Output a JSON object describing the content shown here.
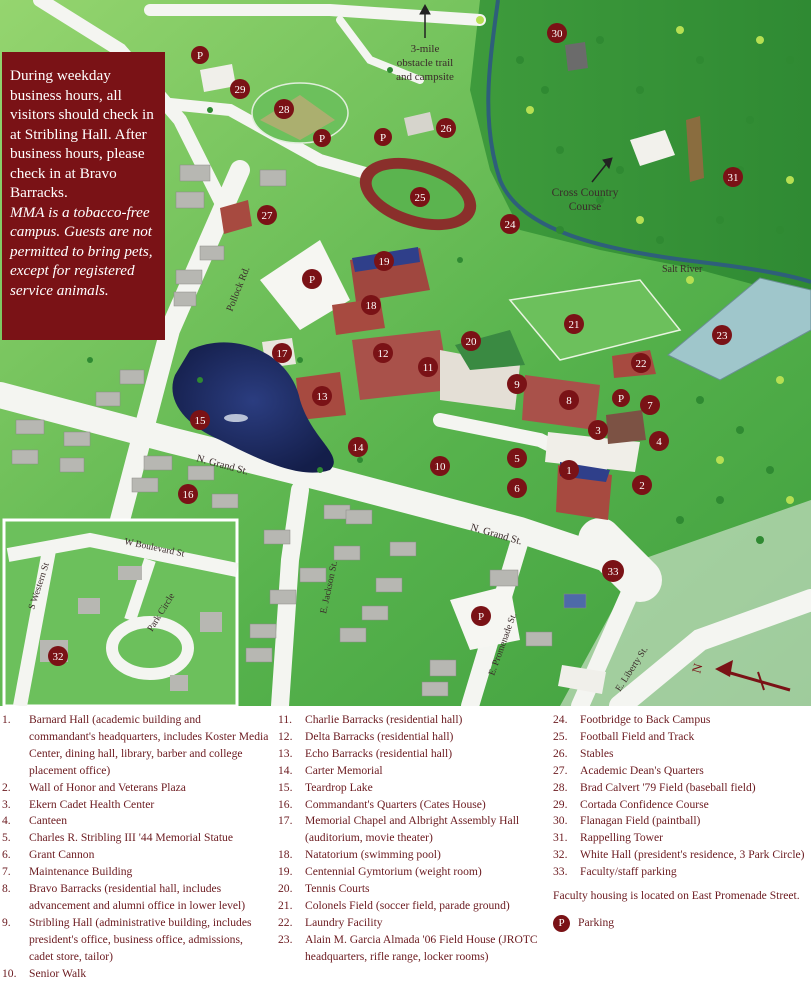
{
  "notice": {
    "plain": "During weekday business hours, all visitors should check in at Stribling Hall. After business hours, please check in at Bravo Barracks.",
    "italic": "MMA is a tobacco-free campus. Guests are not permitted to bring pets, except for registered service animals."
  },
  "map_labels": {
    "trail": "3-mile",
    "trail_2": "obstacle trail",
    "trail_3": "and campsite",
    "cross_country": "Cross Country",
    "cross_country_2": "Course",
    "salt_river": "Salt River",
    "pollock": "Pollock Rd.",
    "n_grand_1": "N. Grand St.",
    "n_grand_2": "N. Grand St.",
    "w_boulevard": "W Boulevard St",
    "s_western": "S Western St",
    "park_circle": "Park Circle",
    "e_jackson": "E. Jackson St.",
    "e_promenade": "E. Promenade St.",
    "e_liberty": "E. Liberty St.",
    "north": "N",
    "parking": "P"
  },
  "markers": [
    "1",
    "2",
    "3",
    "4",
    "5",
    "6",
    "7",
    "8",
    "9",
    "10",
    "11",
    "12",
    "13",
    "14",
    "15",
    "16",
    "17",
    "18",
    "19",
    "20",
    "21",
    "22",
    "23",
    "24",
    "25",
    "26",
    "27",
    "28",
    "29",
    "30",
    "31",
    "32",
    "33"
  ],
  "legend": {
    "col1": [
      {
        "n": "1.",
        "t": "Barnard Hall (academic building and commandant's headquarters, includes Koster Media Center, dining hall, library, barber and college placement office)"
      },
      {
        "n": "2.",
        "t": "Wall of Honor and Veterans Plaza"
      },
      {
        "n": "3.",
        "t": "Ekern Cadet Health Center"
      },
      {
        "n": "4.",
        "t": "Canteen"
      },
      {
        "n": "5.",
        "t": "Charles R. Stribling III '44 Memorial Statue"
      },
      {
        "n": "6.",
        "t": "Grant Cannon"
      },
      {
        "n": "7.",
        "t": "Maintenance Building"
      },
      {
        "n": "8.",
        "t": "Bravo Barracks (residential hall, includes advancement and alumni office in lower level)"
      },
      {
        "n": "9.",
        "t": "Stribling Hall (administrative building, includes president's office, business office, admissions, cadet store, tailor)"
      },
      {
        "n": "10.",
        "t": "Senior Walk"
      }
    ],
    "col2": [
      {
        "n": "11.",
        "t": "Charlie Barracks (residential hall)"
      },
      {
        "n": "12.",
        "t": "Delta Barracks (residential hall)"
      },
      {
        "n": "13.",
        "t": "Echo Barracks (residential hall)"
      },
      {
        "n": "14.",
        "t": "Carter Memorial"
      },
      {
        "n": "15.",
        "t": "Teardrop Lake"
      },
      {
        "n": "16.",
        "t": "Commandant's Quarters (Cates House)"
      },
      {
        "n": "17.",
        "t": "Memorial Chapel and Albright Assembly Hall (auditorium, movie theater)"
      },
      {
        "n": "18.",
        "t": "Natatorium (swimming pool)"
      },
      {
        "n": "19.",
        "t": "Centennial Gymtorium (weight room)"
      },
      {
        "n": "20.",
        "t": "Tennis Courts"
      },
      {
        "n": "21.",
        "t": "Colonels Field (soccer field, parade ground)"
      },
      {
        "n": "22.",
        "t": "Laundry Facility"
      },
      {
        "n": "23.",
        "t": "Alain M. Garcia Almada '06 Field House (JROTC headquarters, rifle range, locker rooms)"
      }
    ],
    "col3": [
      {
        "n": "24.",
        "t": "Footbridge to Back Campus"
      },
      {
        "n": "25.",
        "t": "Football Field and Track"
      },
      {
        "n": "26.",
        "t": "Stables"
      },
      {
        "n": "27.",
        "t": "Academic Dean's Quarters"
      },
      {
        "n": "28.",
        "t": "Brad Calvert '79 Field (baseball field)"
      },
      {
        "n": "29.",
        "t": "Cortada Confidence Course"
      },
      {
        "n": "30.",
        "t": "Flanagan Field (paintball)"
      },
      {
        "n": "31.",
        "t": "Rappelling Tower"
      },
      {
        "n": "32.",
        "t": "White Hall (president's residence, 3 Park Circle)"
      },
      {
        "n": "33.",
        "t": "Faculty/staff parking"
      }
    ],
    "faculty_note": "Faculty housing is located on East Promenade Street.",
    "parking_label": "Parking",
    "parking_icon": "P"
  },
  "colors": {
    "maroon": "#7a1216",
    "grass": "#4fb04a",
    "light_grass": "#8fd06a",
    "road": "#f4f5f1",
    "water": "#1c2a5e",
    "legend_text": "#6b1a1f"
  }
}
